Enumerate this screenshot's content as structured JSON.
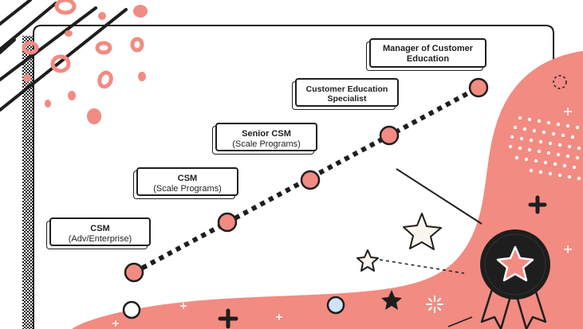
{
  "career_path": {
    "steps": [
      {
        "title": "CSM",
        "subtitle": "(Adv/Enterprise)"
      },
      {
        "title": "CSM",
        "subtitle": "(Scale Programs)"
      },
      {
        "title": "Senior CSM",
        "subtitle": "(Scale Programs)"
      },
      {
        "title": "Customer Education Specialist",
        "subtitle": ""
      },
      {
        "title": "Manager of Customer Education",
        "subtitle": ""
      }
    ]
  },
  "colors": {
    "accent": "#f28b82",
    "ink": "#1e1e1e",
    "light_blue": "#cfe3f5",
    "cream": "#fbf6ee"
  },
  "icons": {
    "badge": "award-ribbon-icon",
    "stars": "star-icon",
    "plus": "plus-icon"
  }
}
